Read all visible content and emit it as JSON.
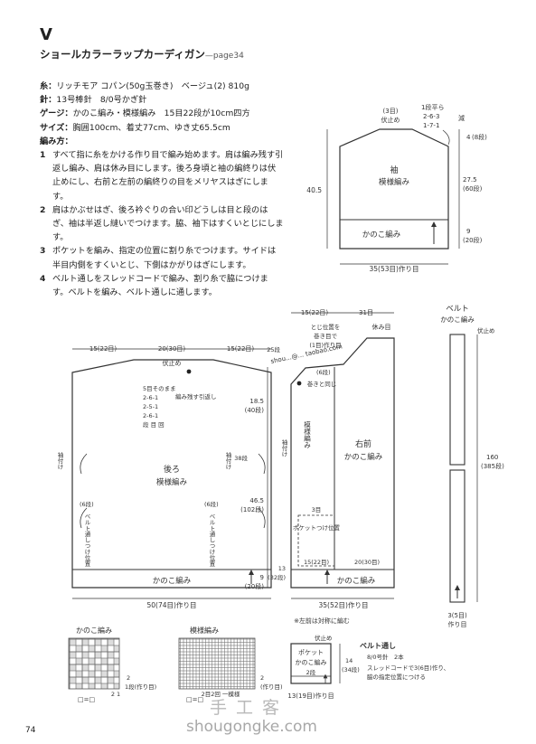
{
  "header": {
    "letter": "V",
    "title": "ショールカラーラップカーディガン",
    "page_ref": "page34"
  },
  "materials": [
    {
      "label": "糸：",
      "text": "リッチモア コパン(50g玉巻き)　ベージュ(2) 810g"
    },
    {
      "label": "針：",
      "text": "13号棒針　8/0号かぎ針"
    },
    {
      "label": "ゲージ：",
      "text": "かのこ編み・模様編み　15目22段が10cm四方"
    },
    {
      "label": "サイズ：",
      "text": "胸囲100cm、着丈77cm、ゆき丈65.5cm"
    }
  ],
  "method_title": "編み方：",
  "steps": [
    {
      "num": "1",
      "text": "すべて指に糸をかける作り目で編み始めます。肩は編み残す引返し編み、肩は休み目にします。後ろ身頃と袖の編終りは伏止めにし、右前と左前の編終りの目をメリヤスはぎにします。"
    },
    {
      "num": "2",
      "text": "肩はかぶせはぎ、後ろ衿ぐりの合い印どうしは目と段のはぎ、袖は半返し縫いでつけます。脇、袖下はすくいとじにします。"
    },
    {
      "num": "3",
      "text": "ポケットを編み、指定の位置に割り糸でつけます。サイドは半目内側をすくいとじ、下側はかがりはぎにします。"
    },
    {
      "num": "4",
      "text": "ベルト通しをスレッドコードで編み、割り糸で脇につけます。ベルトを編み、ベルト通しに通します。"
    }
  ],
  "sleeve": {
    "title": "袖",
    "pattern": "模様編み",
    "hem": "かのこ編み",
    "bind_off": "伏止め",
    "bind_off_sts": "(3目)",
    "dec_label": "1段平ら",
    "dec_1": "2-6-3",
    "dec_2": "1-7-1",
    "dec_note": "減",
    "w_label": "35(53目)作り目",
    "h_total": "40.5",
    "h1": "4",
    "h1r": "(8段)",
    "h2": "27.5",
    "h2r": "(60段)",
    "h3": "9",
    "h3r": "(20段)"
  },
  "back": {
    "title": "後ろ",
    "pattern": "模様編み",
    "hem": "かのこ編み",
    "bind_off": "伏止め",
    "top_l": "15(22目)",
    "top_m": "20(30目)",
    "top_r": "15(22目)",
    "short_1": "5目そのまま",
    "short_2": "2-6-1",
    "short_3": "2-5-1",
    "short_4": "2-6-1",
    "short_note": "編み残す引返し",
    "short_5": "段 目 回",
    "side_l": "袖付け",
    "side_r": "袖付け",
    "mark_r": "38段",
    "belt_l": "(6段)",
    "belt_l2": "ベルト通しつけ位置",
    "belt_r": "(6段)",
    "belt_r2": "ベルト通しつけ位置",
    "w_label": "50(74目)作り目"
  },
  "front": {
    "top_l": "15(22目)",
    "top_r": "31目",
    "rest": "休み目",
    "note1": "とじ位置を",
    "note2": "巻き目で",
    "note3": "(1目)作り目",
    "h0": "25段",
    "rest_sts": "(6段)",
    "join": "巻きと同じ",
    "h1": "18.5",
    "h1r": "(40段)",
    "h2": "46.5",
    "h2r": "(102段)",
    "h3": "9",
    "h3r": "(20段)",
    "title": "右前",
    "pattern": "かのこ編み",
    "hem": "かのこ編み",
    "left_col": "模様編み",
    "side_l": "袖付け",
    "sts3": "3目",
    "pocket": "ポケットつけ位置",
    "p_w": "15(22目)",
    "p_r": "20(30目)",
    "p_h": "13",
    "p_hr": "(32段)",
    "w_label": "35(52目)作り目",
    "note_left": "※左前は対称に編む"
  },
  "belt": {
    "title": "ベルト",
    "pattern": "かのこ編み",
    "bind_off": "伏止め",
    "len": "160",
    "len_r": "(385段)",
    "w": "3(5目)",
    "w_r": "作り目"
  },
  "charts": {
    "a_title": "かのこ編み",
    "b_title": "模様編み",
    "a_rows": "2",
    "a_cols": "2 1",
    "a_first": "1段(作り目)",
    "b_rows": "2",
    "b_cols": "2目2回 一模様",
    "b_first": "(作り目)",
    "legend_a": "□=□",
    "legend_b": "□=□"
  },
  "pocket": {
    "title": "ポケット",
    "pattern": "かのこ編み",
    "bind_off": "伏止め",
    "rows": "2段",
    "h": "14",
    "hr": "(34段)",
    "w": "13(19目)作り目"
  },
  "belt_loop": {
    "title": "ベルト通し",
    "hook": "8/0号針　2本",
    "note1": "スレッドコードで3(6目)作り、",
    "note2": "脇の指定位置につける"
  },
  "watermark": {
    "overlay": "shou...@... taobao.com",
    "brand": "手工客",
    "site": "shougongke.com"
  },
  "footer": {
    "page_no": "74"
  }
}
